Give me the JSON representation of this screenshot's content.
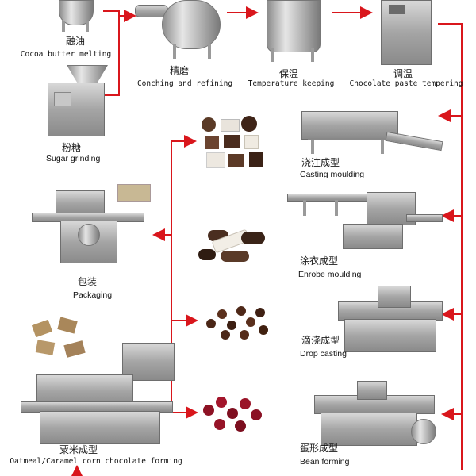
{
  "steps": {
    "cocoa_butter_melting": {
      "cn": "融油",
      "en": "Cocoa butter melting"
    },
    "conching": {
      "cn": "精磨",
      "en": "Conching and refining"
    },
    "temperature": {
      "cn": "保温",
      "en": "Temperature keeping"
    },
    "tempering": {
      "cn": "调温",
      "en": "Chocolate paste tempering"
    },
    "sugar_grinding": {
      "cn": "粉糖",
      "en": "Sugar grinding"
    },
    "casting": {
      "cn": "浇注成型",
      "en": "Casting moulding"
    },
    "packaging": {
      "cn": "包装",
      "en": "Packaging"
    },
    "enrobe": {
      "cn": "涂衣成型",
      "en": "Enrobe moulding"
    },
    "drop": {
      "cn": "滴浇成型",
      "en": "Drop casting"
    },
    "oatmeal": {
      "cn": "粟米成型",
      "en": "Oatmeal/Caramel corn chocolate forming"
    },
    "bean": {
      "cn": "蛋形成型",
      "en": "Bean forming"
    }
  },
  "colors": {
    "arrow": "#d9161c",
    "steel": "#b8b8b8"
  }
}
